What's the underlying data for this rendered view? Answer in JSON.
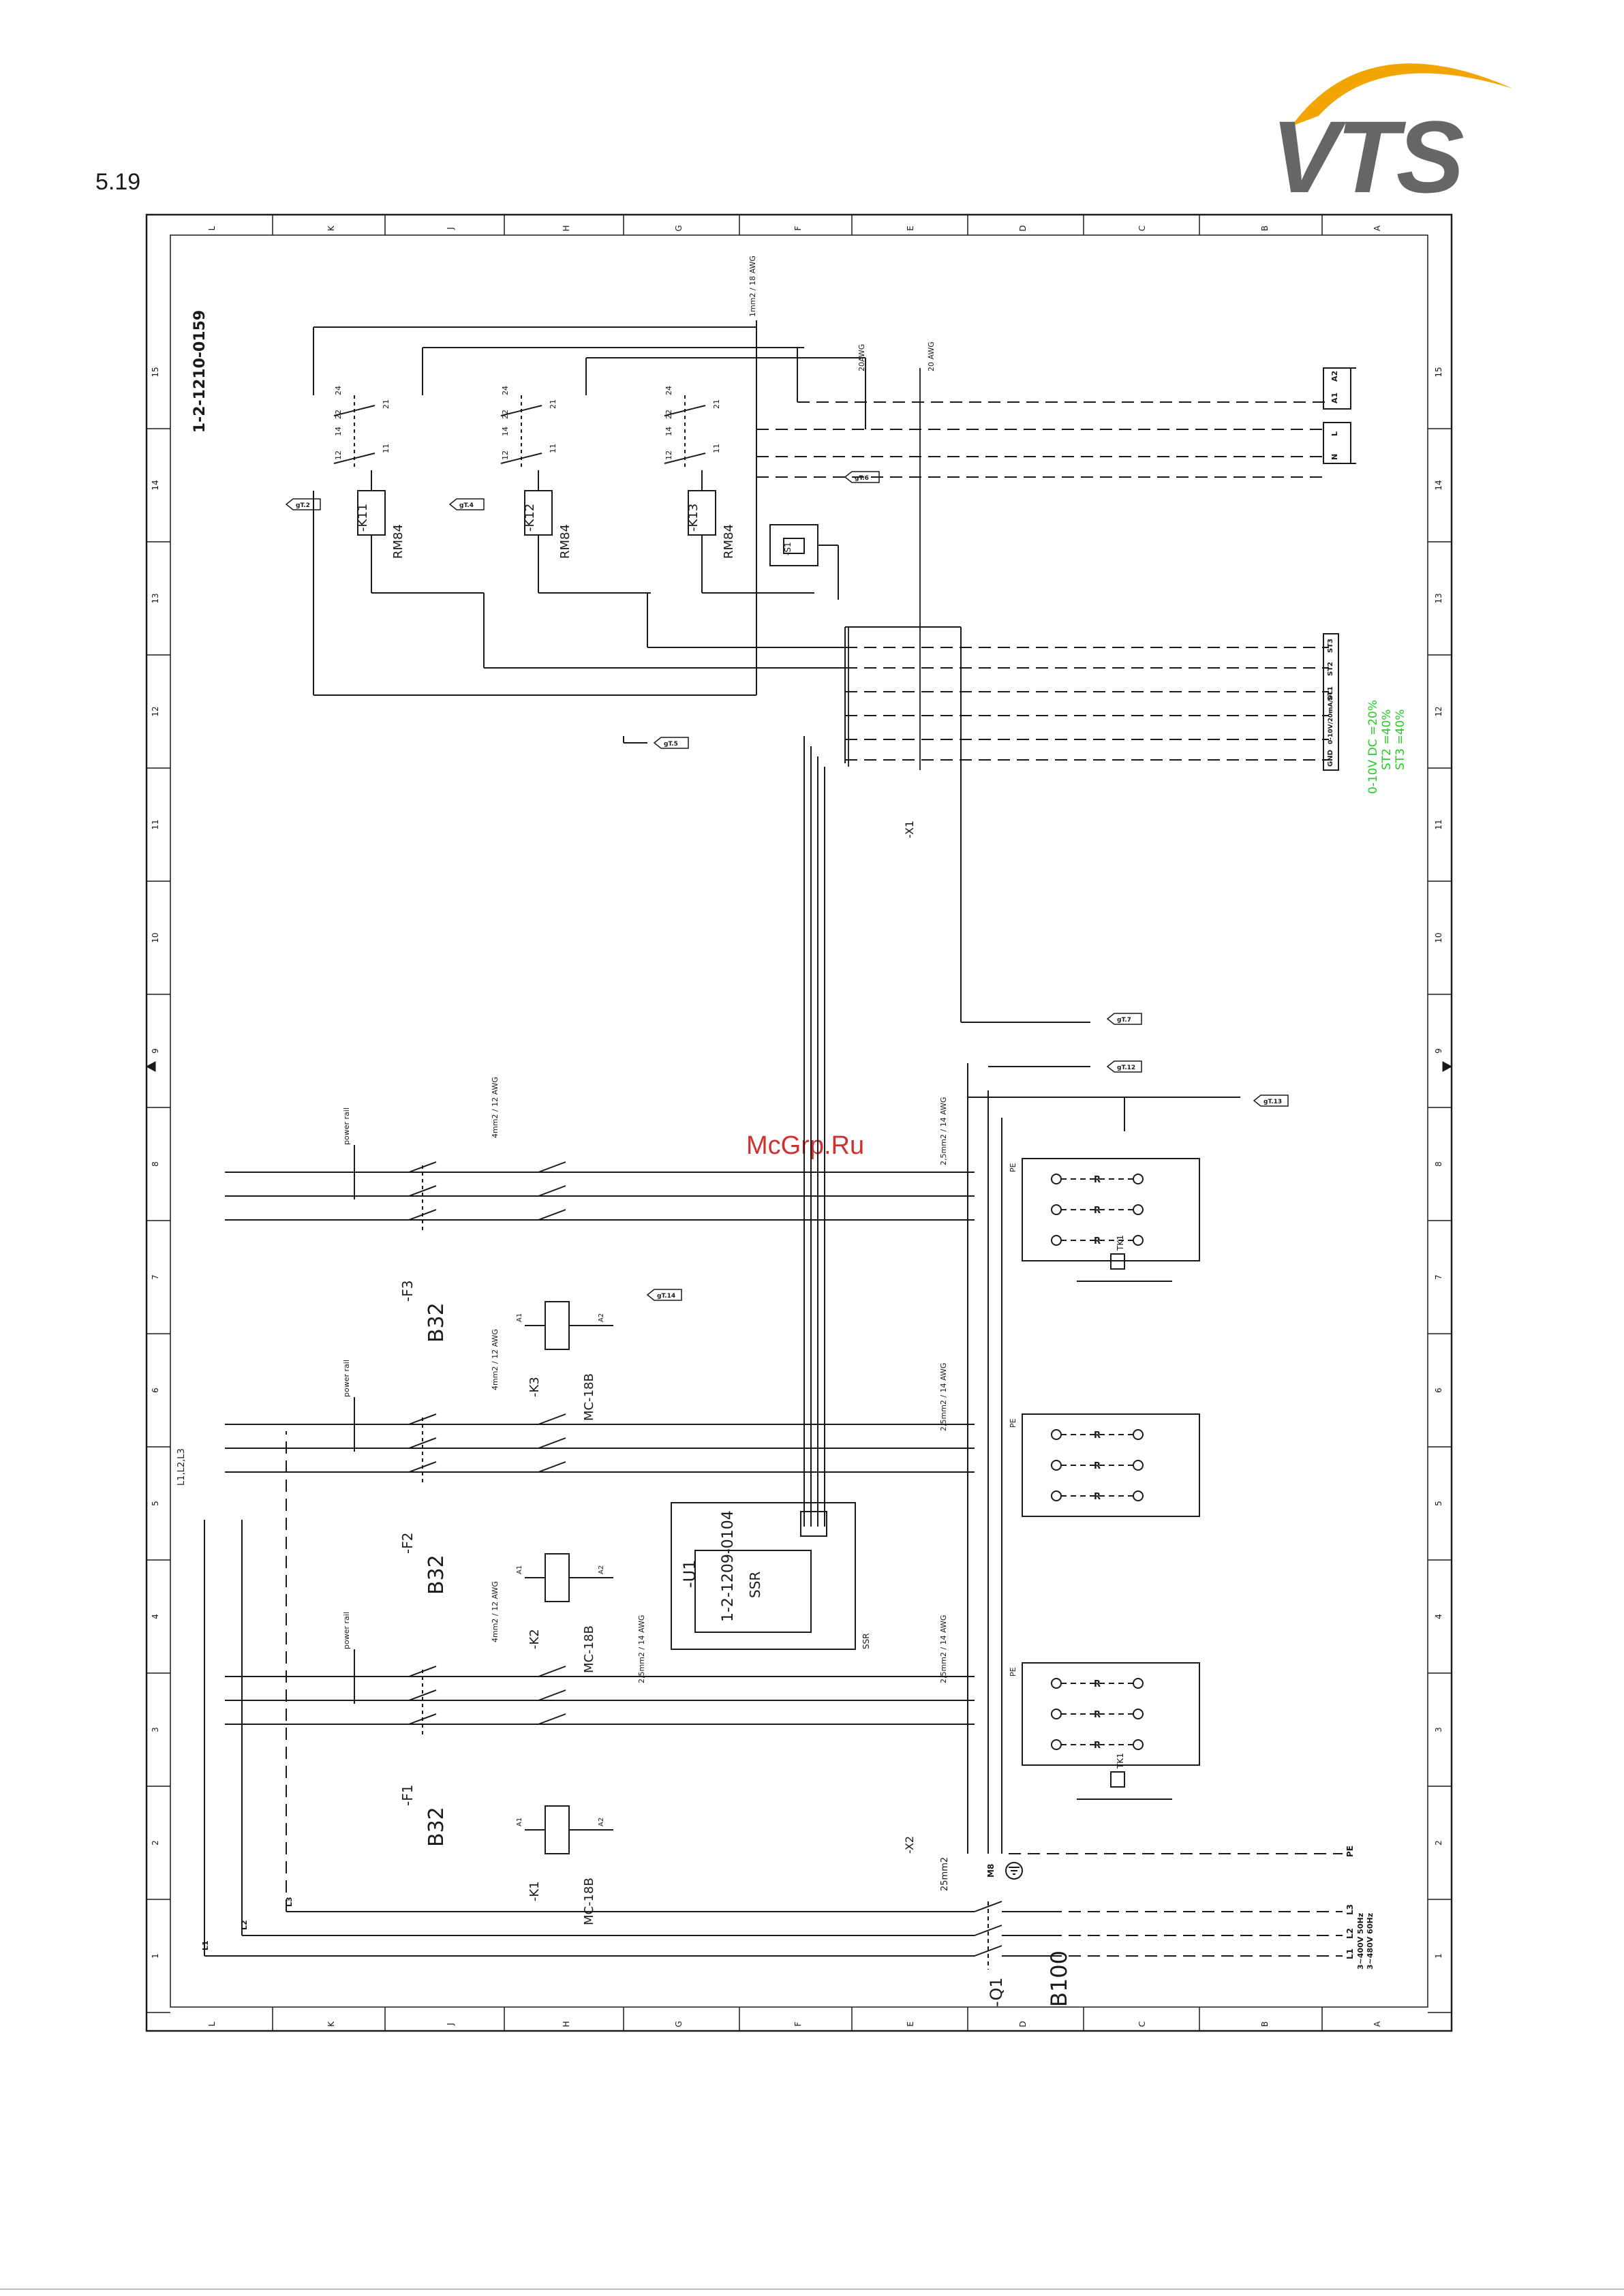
{
  "page": {
    "section_number": "5.19",
    "watermark": "McGrp.Ru"
  },
  "logo": {
    "text": "VTS",
    "arc_color": "#f2a400",
    "text_color": "#666666"
  },
  "drawing": {
    "drawing_number": "1-2-1210-0159",
    "row_letters": [
      "L",
      "K",
      "J",
      "H",
      "G",
      "F",
      "E",
      "D",
      "C",
      "B",
      "A"
    ],
    "column_numbers": [
      "1",
      "2",
      "3",
      "4",
      "5",
      "6",
      "7",
      "8",
      "9",
      "10",
      "11",
      "12",
      "13",
      "14",
      "15"
    ],
    "wire_labels": {
      "control_main": "1mm2 / 18 AWG",
      "awg20_a": "20AWG",
      "awg20_b": "20 AWG",
      "power_12awg": "4mm2 / 12 AWG",
      "power_14awg": "2,5mm2 / 14 AWG",
      "main_feed": "25mm2"
    },
    "relays": [
      {
        "tag": "-K11",
        "type": "RM84"
      },
      {
        "tag": "-K12",
        "type": "RM84"
      },
      {
        "tag": "-K13",
        "type": "RM84"
      }
    ],
    "relay_contacts": [
      "12",
      "14",
      "22",
      "24",
      "11",
      "21",
      "A1",
      "A2"
    ],
    "contactors": [
      {
        "tag": "-K1",
        "type": "MC-18B"
      },
      {
        "tag": "-K2",
        "type": "MC-18B"
      },
      {
        "tag": "-K3",
        "type": "MC-18B"
      }
    ],
    "breakers": [
      {
        "tag": "-F1",
        "rating": "B32"
      },
      {
        "tag": "-F2",
        "rating": "B32"
      },
      {
        "tag": "-F3",
        "rating": "B32"
      }
    ],
    "main_switch": {
      "tag": "-Q1",
      "rating": "B100"
    },
    "power_rail": "power rail",
    "bus_label": "L1,L2,L3",
    "ssr": {
      "tag": "-U1",
      "code": "1-2-1209-0104",
      "label": "SSR",
      "caption": "SSR"
    },
    "terminal_strips": [
      "-X1",
      "-X2"
    ],
    "thermostat": {
      "tag": "-S1"
    },
    "thermal_contacts": [
      "TK1"
    ],
    "terminals_right": [
      "A2",
      "A1",
      "L",
      "N"
    ],
    "signal_terminals": [
      "ST3",
      "ST2",
      "ST1",
      "0-10V/20mA/DC",
      "GND"
    ],
    "mains_labels": [
      "L1",
      "L2",
      "L3",
      "PE"
    ],
    "mains_spec": [
      "3~400V 50Hz",
      "3~480V 60Hz"
    ],
    "phase_labels": [
      "L1",
      "L2",
      "L3"
    ],
    "motor_label": "M8",
    "pe_label": "PE",
    "legend_lines": [
      "0-10V DC =20%",
      "ST2 =40%",
      "ST3 =40%"
    ],
    "legend_color": "#22cc22",
    "heater_mark": "R",
    "ref_tags": [
      "gT.2",
      "gT.4",
      "gT.5",
      "gT.6",
      "gT.7",
      "gT.12",
      "gT.13",
      "gT.14"
    ]
  }
}
